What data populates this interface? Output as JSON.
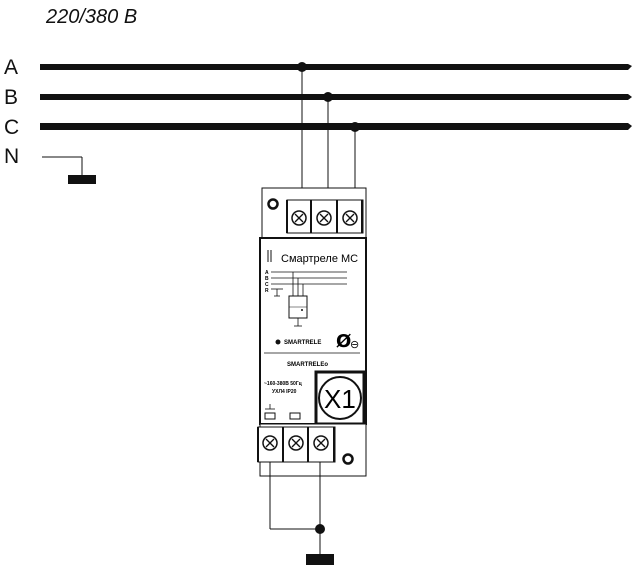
{
  "voltage_label": "220/380 В",
  "phases": [
    "A",
    "B",
    "C",
    "N"
  ],
  "device": {
    "name": "Смартреле МС",
    "brand": "SMARTRELE",
    "brand_label": "SMARTRELEo",
    "specs_line1": "~160-380В 50Гц",
    "specs_line2": "УХЛ4 IP20",
    "x1_label": "X1",
    "phase_marks": [
      "A",
      "B",
      "C"
    ],
    "inner_phase_letters": [
      "A",
      "B",
      "C",
      "R"
    ],
    "zero_symbol": "Ø",
    "indicator_symbol": "⊖",
    "bottom_mark_left": "⊥",
    "top_bracket": "||"
  }
}
